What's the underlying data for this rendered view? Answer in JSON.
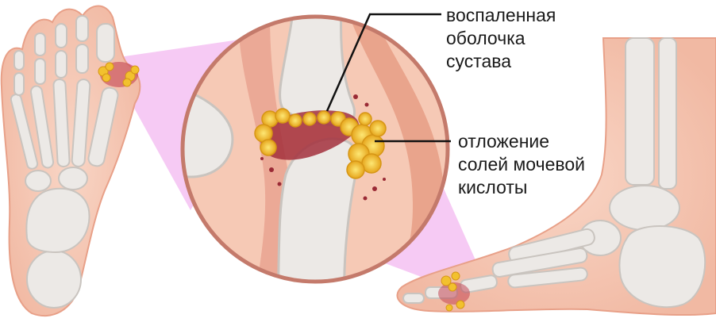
{
  "labels": {
    "inflamed_membrane": "воспаленная\nоболочка\nсустава",
    "uric_acid_deposit": "отложение\nсолей мочевой\nкислоты"
  },
  "colors": {
    "skin": "#f6c9b5",
    "skin_outline": "#e8a088",
    "bone": "#ece9e6",
    "bone_outline": "#c9c4bf",
    "zoom_beam": "#f3b8f0",
    "inflammation": "#c0394a",
    "crystal_deposit": "#f2c12e",
    "circle_border": "#c47a6b",
    "leader_line": "#111111"
  },
  "icons": [
    "foot-top-view-illustration",
    "foot-side-view-illustration",
    "joint-magnifier-illustration"
  ]
}
